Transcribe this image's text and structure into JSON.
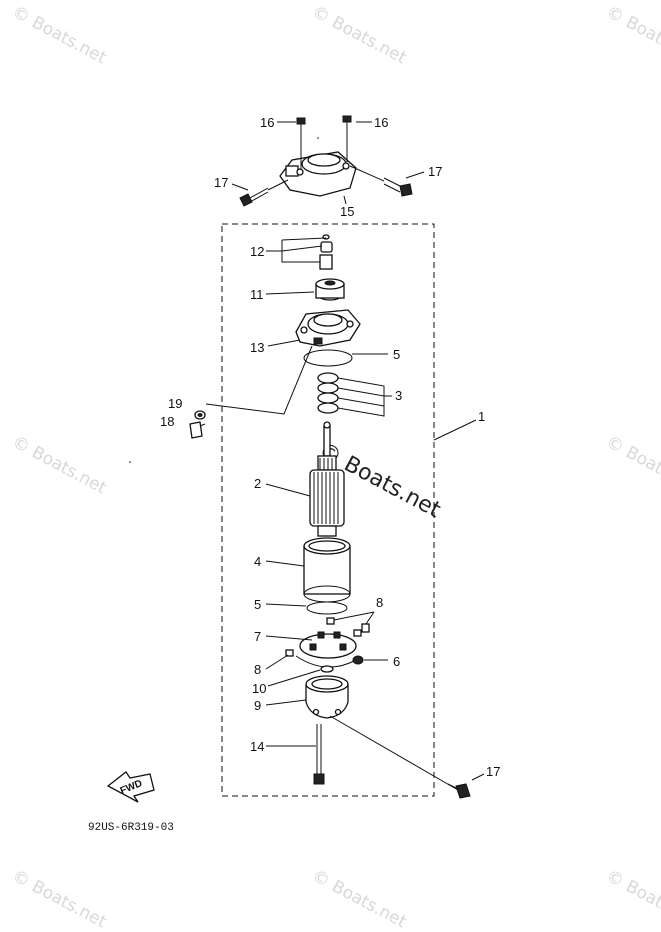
{
  "watermark": "© Boats.net",
  "diagram_code": "92US-6R319-03",
  "fwd_label": "FWD",
  "callouts": [
    "1",
    "2",
    "3",
    "4",
    "5",
    "6",
    "7",
    "8",
    "9",
    "10",
    "11",
    "12",
    "13",
    "14",
    "15",
    "16",
    "17",
    "18",
    "19"
  ]
}
